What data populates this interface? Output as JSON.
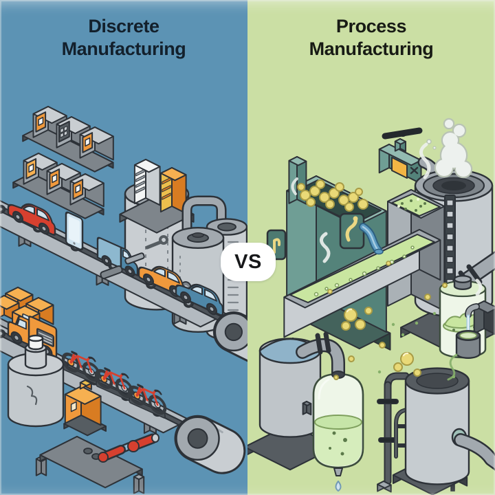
{
  "left_panel": {
    "title_line1": "Discrete",
    "title_line2": "Manufacturing",
    "title_color": "#13202c",
    "background_color": "#5c93b4",
    "scene_items": [
      "appliance-shelves",
      "equipment-platform",
      "storage-tanks",
      "conveyor-belt-upper",
      "red-car",
      "smartphone",
      "blue-van",
      "orange-car",
      "blue-car",
      "roller-drum",
      "pallet-of-boxes",
      "conveyor-belt-lower",
      "orange-truck",
      "red-bicycles",
      "canister-machine",
      "workbench",
      "orange-machine",
      "red-bolts",
      "loose-parts"
    ]
  },
  "right_panel": {
    "title_line1": "Process",
    "title_line2": "Manufacturing",
    "title_color": "#181b15",
    "background_color": "#cbdfa4",
    "scene_items": [
      "fruit-hopper",
      "pouring-liquid-stream",
      "control-valve",
      "steam-tank",
      "bubbling-vat",
      "ladder",
      "liquid-trough",
      "waste-pipe",
      "pulp-jar",
      "tap-and-bucket",
      "dome-tank",
      "transfer-pipe",
      "drip-vessel",
      "standpipe",
      "process-tank",
      "floating-bubbles",
      "steam-wisps"
    ]
  },
  "badge": {
    "label": "VS",
    "background": "#ffffff",
    "text_color": "#17181a"
  },
  "palette": {
    "outline": "#2d3238",
    "gray_light": "#c9ced2",
    "gray_mid": "#a2a9af",
    "gray_dark": "#7e858b",
    "gray_deep": "#565d62",
    "base_dark": "#474c51",
    "belt": "#b3bac0",
    "belt_side": "#8a9197",
    "belt_band": "#4e545a",
    "orange": "#f0993c",
    "orange_dark": "#d87c22",
    "orange_light": "#f6b051",
    "red": "#d6402f",
    "blue": "#4f87a8",
    "blue_light": "#8db8cf",
    "screen": "#cfe3ef",
    "white": "#f3f5f5",
    "yellow": "#ecbf4d",
    "teal": "#6f9e95",
    "teal_dark": "#54837a",
    "teal_light": "#93bbb1",
    "liquid_green": "#c9e6a0",
    "liquid_green_dark": "#7fa05e",
    "fruit_yellow": "#e9d977",
    "fruit_outline": "#a89b45",
    "glass": "#eef6e8",
    "glass_light": "#ddeecd",
    "steam": "#edf1ee",
    "water_blue": "#5f9cc2"
  }
}
